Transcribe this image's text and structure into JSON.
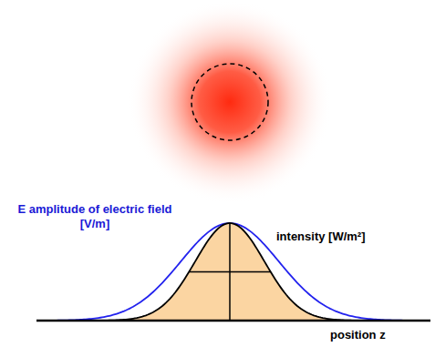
{
  "diagram": {
    "labels": [
      "E amplitude of electric field [V/m]",
      "intensity [W/m²]",
      "position z"
    ]
  }
}
